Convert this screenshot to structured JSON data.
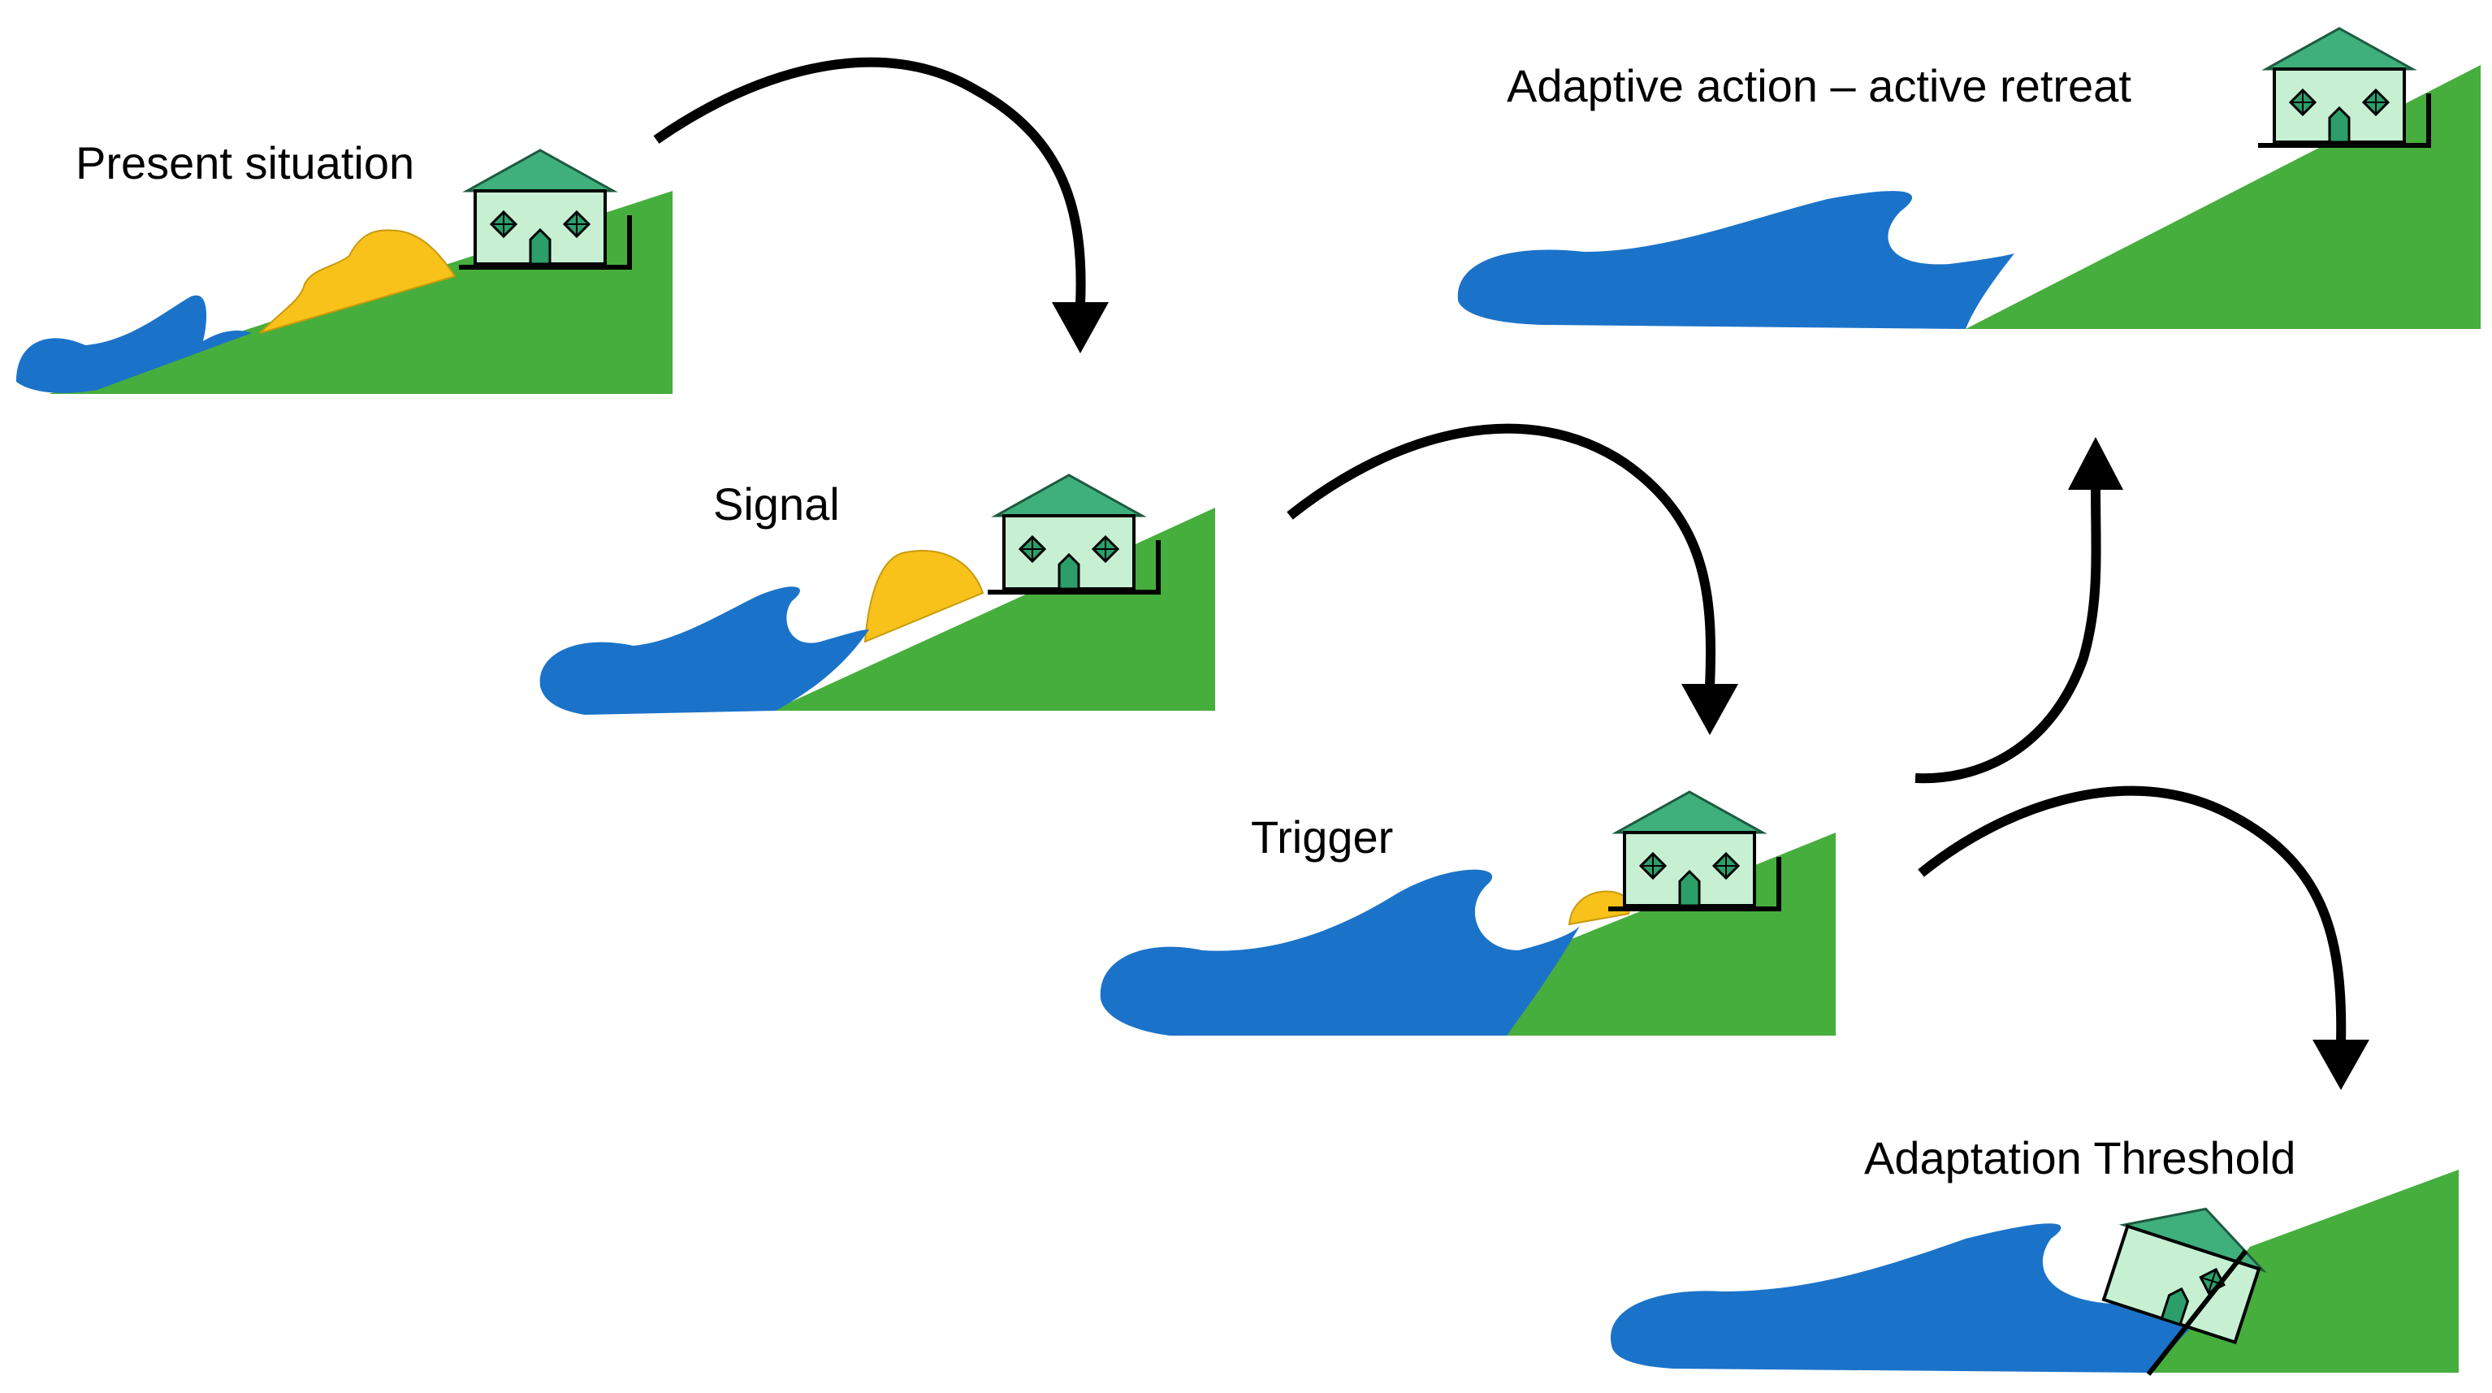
{
  "colors": {
    "water": "#1b73c9",
    "land": "#46ae3c",
    "sand": "#f8c21a",
    "house_wall": "#c7f0d3",
    "house_roof": "#3fb07c",
    "outline": "#000000"
  },
  "stages": [
    {
      "label": "Present situation",
      "icon": "house-icon"
    },
    {
      "label": "Signal",
      "icon": "house-icon"
    },
    {
      "label": "Trigger",
      "icon": "house-icon"
    },
    {
      "label": "Adaptive action – active retreat",
      "icon": "house-icon"
    },
    {
      "label": "Adaptation Threshold",
      "icon": "tilted-house-icon"
    }
  ],
  "arrows": [
    {
      "from": "Present situation",
      "to": "Signal"
    },
    {
      "from": "Signal",
      "to": "Trigger"
    },
    {
      "from": "Trigger",
      "to": "Adaptive action – active retreat"
    },
    {
      "from": "Trigger",
      "to": "Adaptation Threshold"
    }
  ]
}
